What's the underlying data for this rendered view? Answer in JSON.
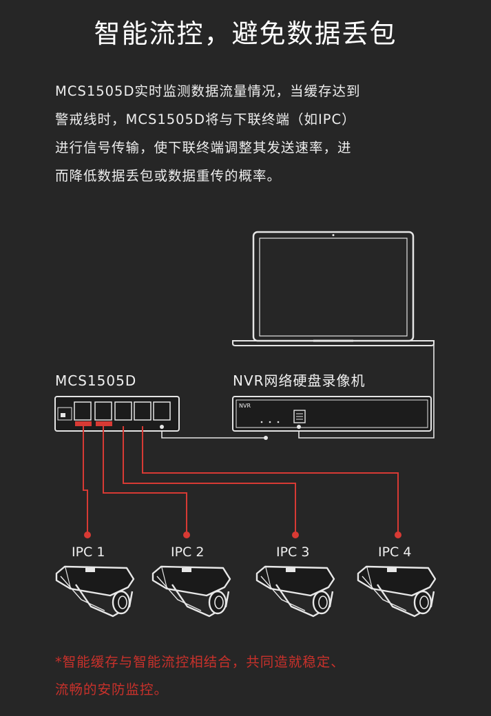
{
  "title": "智能流控，避免数据丢包",
  "description_lines": [
    "MCS1505D实时监测数据流量情况，当缓存达到",
    "警戒线时，MCS1505D将与下联终端（如IPC）",
    "进行信号传输，使下联终端调整其发送速率，进",
    "而降低数据丢包或数据重传的概率。"
  ],
  "diagram": {
    "switch_label": "MCS1505D",
    "nvr_label": "NVR网络硬盘录像机",
    "nvr_panel_text": "NVR",
    "cameras": [
      {
        "label": "IPC 1"
      },
      {
        "label": "IPC 2"
      },
      {
        "label": "IPC 3"
      },
      {
        "label": "IPC 4"
      }
    ]
  },
  "colors": {
    "background": "#262626",
    "accent_red": "#d83a34",
    "line": "#e6e6e6",
    "note_text": "#c8312b"
  },
  "note_lines": [
    "*智能缓存与智能流控相结合，共同造就稳定、",
    "流畅的安防监控。"
  ]
}
